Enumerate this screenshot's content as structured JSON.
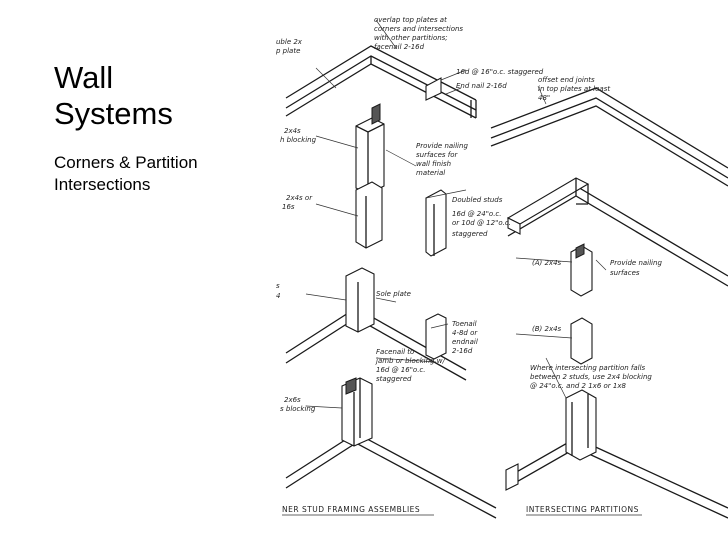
{
  "slide": {
    "title_lines": [
      "Wall",
      "Systems"
    ],
    "subtitle_lines": [
      "Corners & Partition",
      "Intersections"
    ]
  },
  "drawing": {
    "callouts": [
      "overlap top plates at",
      "corners and intersections",
      "with other partitions;",
      "facenail 2-16d",
      "16d @ 16\"o.c. staggered",
      "End nail 2-16d",
      "offset end joints",
      "in top plates at least",
      "48\"",
      "uble 2x",
      "p plate",
      "2x4s",
      "h blocking",
      "Provide nailing",
      "surfaces for",
      "wall finish",
      "material",
      "2x4s or",
      "16s",
      "Doubled studs",
      "16d @ 24\"o.c.",
      "or 10d @ 12\"o.c.",
      "staggered",
      "(A) 2x4s",
      "Provide nailing",
      "surfaces",
      "(B) 2x4s",
      "s",
      "4",
      "Sole plate",
      "Toenail",
      "4-8d or",
      "endnail",
      "2-16d",
      "Facenail to",
      "jamb or blocking w/",
      "16d @ 16\"o.c.",
      "staggered",
      "Where intersecting partition falls",
      "between 2 studs, use 2x4 blocking",
      "@ 24\"o.c.    and 2 1x6 or 1x8",
      "2x6s",
      "s blocking"
    ],
    "caption_left": "NER STUD FRAMING ASSEMBLIES",
    "caption_right": "INTERSECTING PARTITIONS"
  }
}
